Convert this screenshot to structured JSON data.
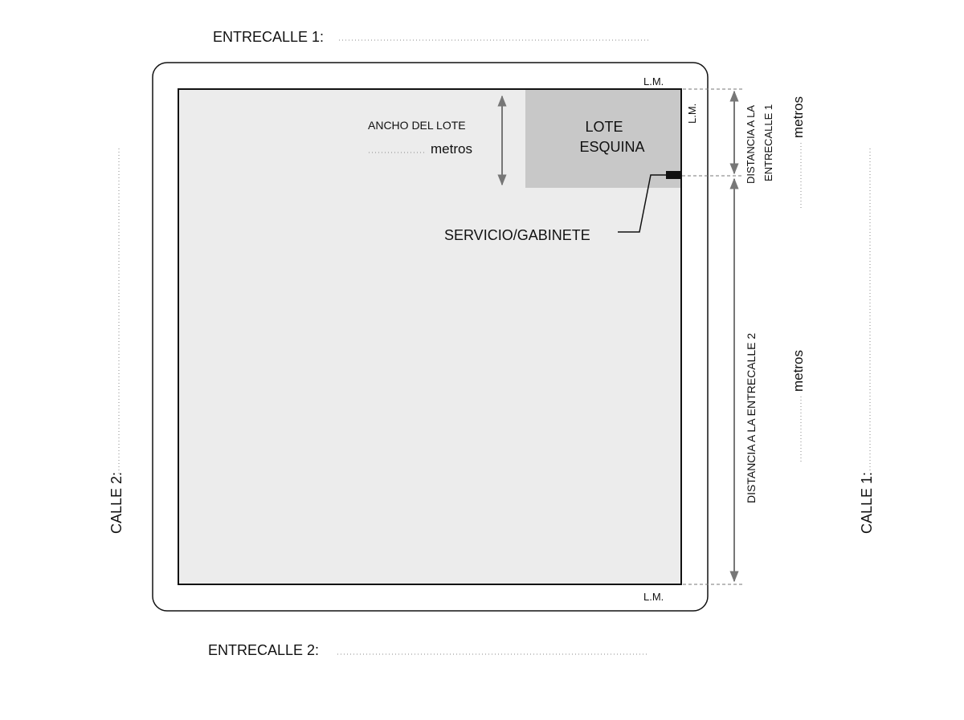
{
  "labels": {
    "entrecalle_1": "ENTRECALLE 1:",
    "entrecalle_2": "ENTRECALLE 2:",
    "calle_1": "CALLE 1:",
    "calle_2": "CALLE 2:",
    "lm_top": "L.M.",
    "lm_side": "L.M.",
    "lm_bottom": "L.M.",
    "ancho_del_lote": "ANCHO DEL LOTE",
    "ancho_metros": "metros",
    "lote_line_1": "LOTE",
    "lote_line_2": "ESQUINA",
    "servicio_gabinete": "SERVICIO/GABINETE",
    "distancia_1_line_1": "DISTANCIA A LA",
    "distancia_1_line_2": "ENTRECALLE 1",
    "distancia_1_metros": "metros",
    "distancia_2": "DISTANCIA A LA ENTRECALLE 2",
    "distancia_2_metros": "metros"
  },
  "colors": {
    "block_fill": "#ececec",
    "lote_fill": "#c8c8c8",
    "outline": "#111111",
    "dimension": "#777777",
    "dots": "#888888"
  }
}
